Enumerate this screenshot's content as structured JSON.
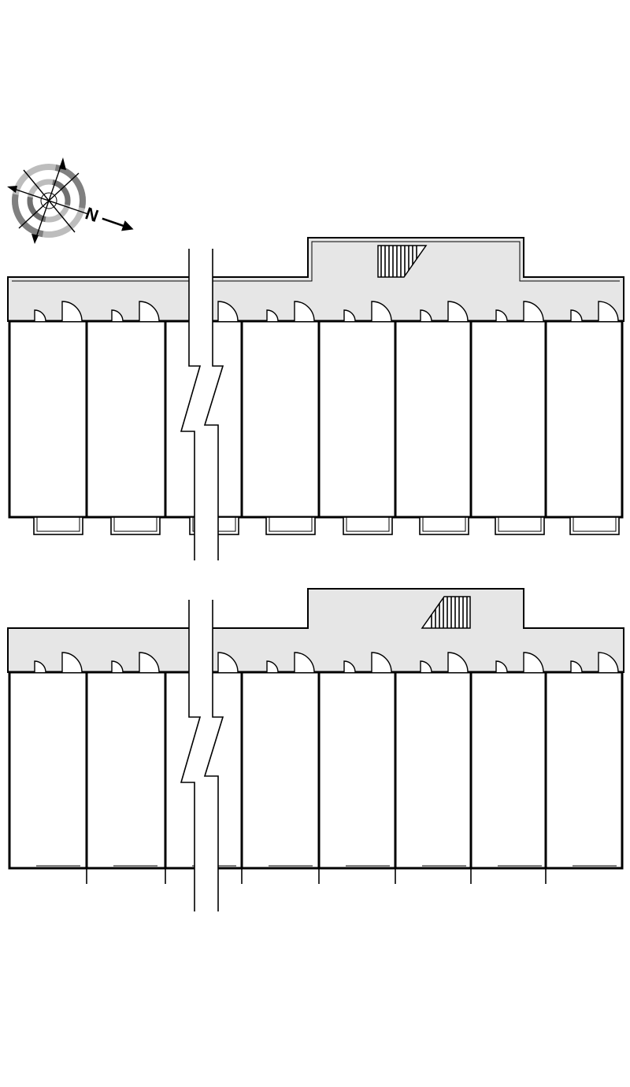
{
  "compass": {
    "letter": "N"
  },
  "floors": [
    {
      "name": "upper-floor",
      "balconies": true,
      "stair_direction": "right"
    },
    {
      "name": "lower-floor",
      "balconies": false,
      "stair_direction": "left"
    }
  ],
  "colors": {
    "line": "#000000",
    "corridor": "#e6e6e6",
    "ring": "#999999",
    "background": "#ffffff"
  }
}
